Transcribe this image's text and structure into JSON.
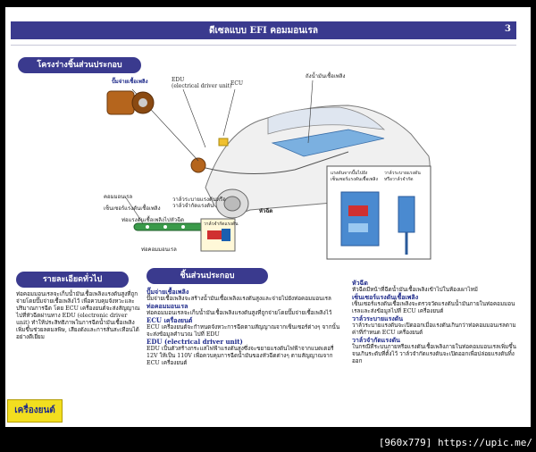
{
  "header": {
    "title": "ดีเซลแบบ EFI คอมมอนเรล",
    "page_number": "3"
  },
  "sections": {
    "structure": "โครงร่างชิ้นส่วนประกอบ",
    "overview": "รายละเอียดทั่วไป",
    "components": "ชิ้นส่วนประกอบ"
  },
  "diagram_labels": {
    "fuel_pump": "ปั๊มจ่ายเชื้อเพลิง",
    "edu": "EDU\n(electrical driver unit)",
    "ecu": "ECU",
    "fuel_tank": "ถังน้ำมันเชื้อเพลิง",
    "common_rail": "คอมมอนเรล",
    "fuel_sensor": "เซ็นเซอร์แรงดันเชื้อเพลิง",
    "pressure_limiter": "วาล์วระบายแรงดันหรือ\nวาล์วจำกัดแรงดัน",
    "injector_line": "ท่อแรงดันเชื้อเพลิงไปหัวฉีด",
    "common_rail_bottom": "ท่อคอมมอนเรล",
    "injector": "หัวฉีด",
    "injector_inset_top": "แรงดันจากปั๊มไปยัง\nเซ็นเซอร์แรงดันเชื้อเพลิง",
    "injector_inset_right": "วาล์วระบายแรงดัน\nหรือวาล์วจำกัด",
    "small_inset": "วาล์วจำกัดแรงดัน"
  },
  "overview_text": "ท่อคอมมอนเรลจะเก็บน้ำมันเชื้อเพลิงแรงดันสูงที่ถูกจ่ายโดยปั๊มจ่ายเชื้อเพลิงไว้ เพื่อควบคุมจังหวะและปริมาณการฉีด โดย ECU เครื่องยนต์จะส่งสัญญาณไปที่หัวฉีดผ่านทาง EDU (electronic driver unit) ทำให้ประสิทธิภาพในการฉีดน้ำมันเชื้อเพลิงเพิ่มขึ้นช่วยลดมลพิษ, เสียงดังและการสั่นสะเทือนได้อย่างดีเยี่ยม",
  "components_left": [
    {
      "title": "ปั๊มจ่ายเชื้อเพลิง",
      "text": "ปั๊มจ่ายเชื้อเพลิงจะสร้างน้ำมันเชื้อเพลิงแรงดันสูงและจ่ายไปยังท่อคอมมอนเรล"
    },
    {
      "title": "ท่อคอมมอนเรล",
      "text": "ท่อคอมมอนเรลจะเก็บน้ำมันเชื้อเพลิงแรงดันสูงที่ถูกจ่ายโดยปั๊มจ่ายเชื้อเพลิงไว้"
    },
    {
      "title": "ECU เครื่องยนต์",
      "text": "ECU เครื่องยนต์จะกำหนดจังหวะการฉีดตามสัญญาณจากเซ็นเซอร์ต่างๆ จากนั้นจะส่งข้อมูลคำนวณ ไปที่ EDU"
    },
    {
      "title": "EDU (electrical driver unit)",
      "text": "EDU เป็นตัวสร้างกระแสไฟฟ้าแรงดันสูงซึ่งจะขยายแรงดันไฟฟ้าจากแบตเตอรี่ 12V ให้เป็น 110V เพื่อควบคุมการฉีดน้ำมันของหัวฉีดต่างๆ ตามสัญญาณจาก ECU เครื่องยนต์"
    }
  ],
  "components_right": [
    {
      "title": "หัวฉีด",
      "text": "หัวฉีดมีหน้าที่ฉีดน้ำมันเชื้อเพลิงเข้าไปในห้องเผาไหม้"
    },
    {
      "title": "เซ็นเซอร์แรงดันเชื้อเพลิง",
      "text": "เซ็นเซอร์แรงดันเชื้อเพลิงจะตรวจวัดแรงดันน้ำมันภายในท่อคอมมอนเรลและส่งข้อมูลไปที่ ECU เครื่องยนต์"
    },
    {
      "title": "วาล์วระบายแรงดัน",
      "text": "วาล์วระบายแรงดันจะเปิดออกเมื่อแรงดันเกินกว่าท่อคอมมอนเรลตามค่าที่กำหนด ECU เครื่องยนต์"
    },
    {
      "title": "วาล์วจำกัดแรงดัน",
      "text": "ในกรณีที่ระบบภายหรือแรงดันเชื้อเพลิงภายในท่อคอมมอนเรลเพิ่มขึ้นจนเกินระดับที่ตั้งไว้ วาล์วจำกัดแรงดันจะเปิดออกเพื่อปล่อยแรงดันทิ้งออก"
    }
  ],
  "badge": "เครื่องยนต์",
  "footer": "[960x779] https://upic.me/",
  "colors": {
    "accent": "#3a3a8e",
    "badge": "#f2de1f",
    "background": "#000000"
  }
}
